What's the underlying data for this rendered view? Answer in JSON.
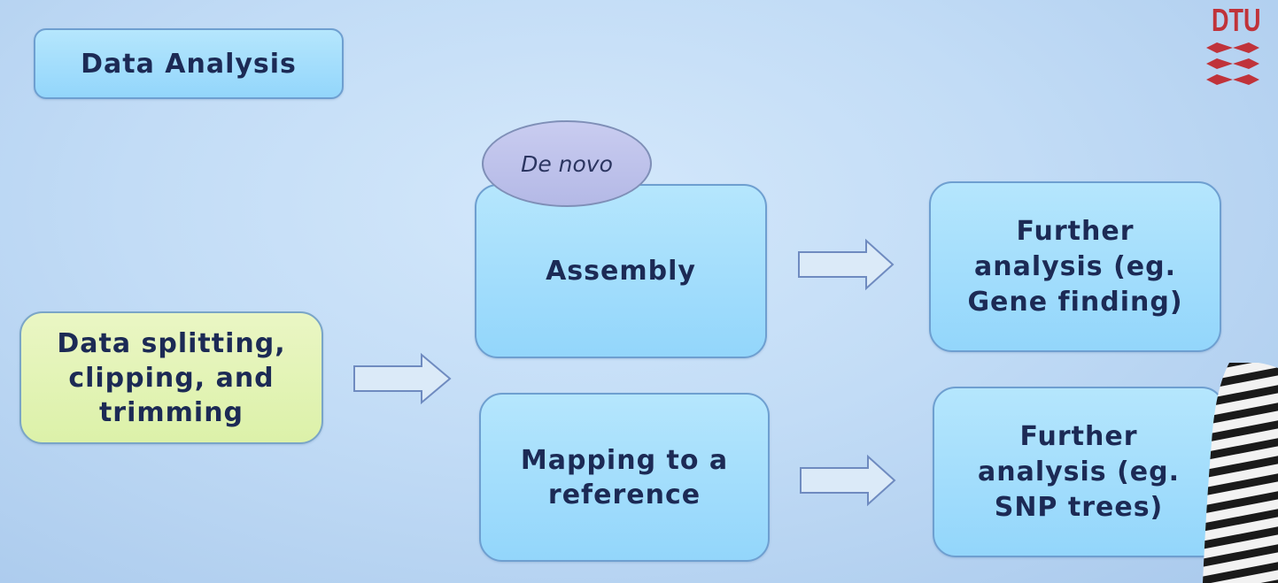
{
  "title": "Data Analysis",
  "logo": {
    "text": "DTU",
    "color": "#c0333a"
  },
  "nodes": {
    "split": "Data splitting,\nclipping, and\ntrimming",
    "assembly": "Assembly",
    "denovo": "De novo",
    "mapping": "Mapping to a\nreference",
    "further_gene": "Further\nanalysis (eg.\nGene finding)",
    "further_snp": "Further\nanalysis (eg.\nSNP trees)"
  },
  "colors": {
    "box_fill": "#9fdcfc",
    "box_border": "#6e9fd0",
    "split_fill": "#e2f3b5",
    "denovo_fill": "#bec2ea",
    "text": "#1c2a55",
    "arrow_fill": "#dbeaf8",
    "arrow_stroke": "#6f8bc0"
  }
}
